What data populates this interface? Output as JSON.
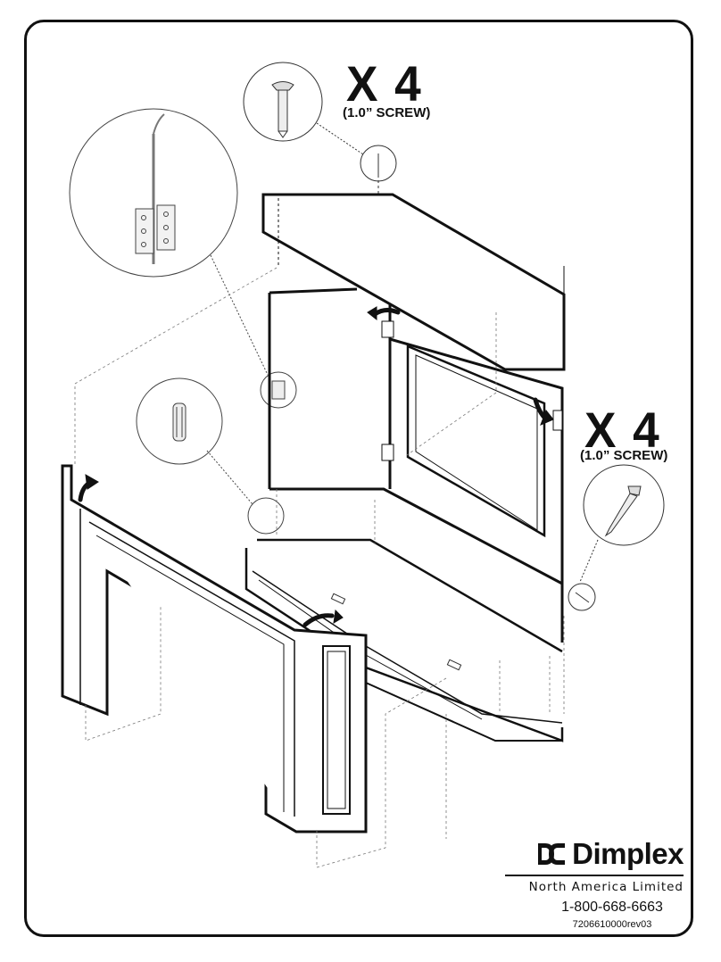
{
  "callouts": [
    {
      "id": "top",
      "quantity": "X 4",
      "screw": "(1.0” SCREW)"
    },
    {
      "id": "right",
      "quantity": "X 4",
      "screw": "(1.0” SCREW)"
    }
  ],
  "brand": {
    "name": "Dimplex",
    "subtitle": "North America Limited",
    "phone": "1-800-668-6663",
    "part_number": "7206610000rev03"
  },
  "icons": [
    "screw-detail-icon",
    "hinge-detail-icon",
    "dowel-detail-icon",
    "rotate-arrow-icon",
    "dimplex-logo-icon"
  ]
}
